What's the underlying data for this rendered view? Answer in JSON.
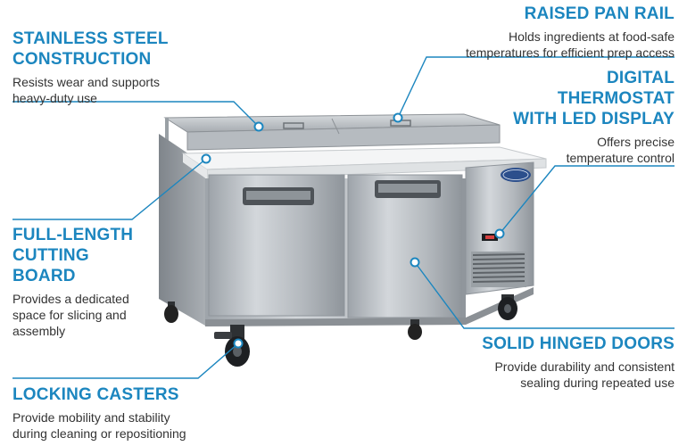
{
  "callouts": {
    "stainless_steel": {
      "title_lines": [
        "STAINLESS STEEL",
        "CONSTRUCTION"
      ],
      "desc_lines": [
        "Resists wear and supports",
        "heavy-duty use"
      ]
    },
    "pan_rail": {
      "title_lines": [
        "RAISED PAN RAIL"
      ],
      "desc_lines": [
        "Holds ingredients at food-safe",
        "temperatures for efficient prep access"
      ]
    },
    "thermostat": {
      "title_lines": [
        "DIGITAL",
        "THERMOSTAT",
        "WITH LED DISPLAY"
      ],
      "desc_lines": [
        "Offers precise",
        "temperature control"
      ]
    },
    "cutting_board": {
      "title_lines": [
        "FULL-LENGTH",
        "CUTTING",
        "BOARD"
      ],
      "desc_lines": [
        "Provides a dedicated",
        "space for slicing and",
        "assembly"
      ]
    },
    "hinged_doors": {
      "title_lines": [
        "SOLID HINGED DOORS"
      ],
      "desc_lines": [
        "Provide durability and consistent",
        "sealing during repeated use"
      ]
    },
    "casters": {
      "title_lines": [
        "LOCKING CASTERS"
      ],
      "desc_lines": [
        "Provide mobility and stability",
        "during cleaning or repositioning"
      ]
    }
  },
  "colors": {
    "accent": "#1c86bf",
    "text": "#333333",
    "steel": "#b9bec3",
    "cutting_board": "#f4f5f6"
  }
}
